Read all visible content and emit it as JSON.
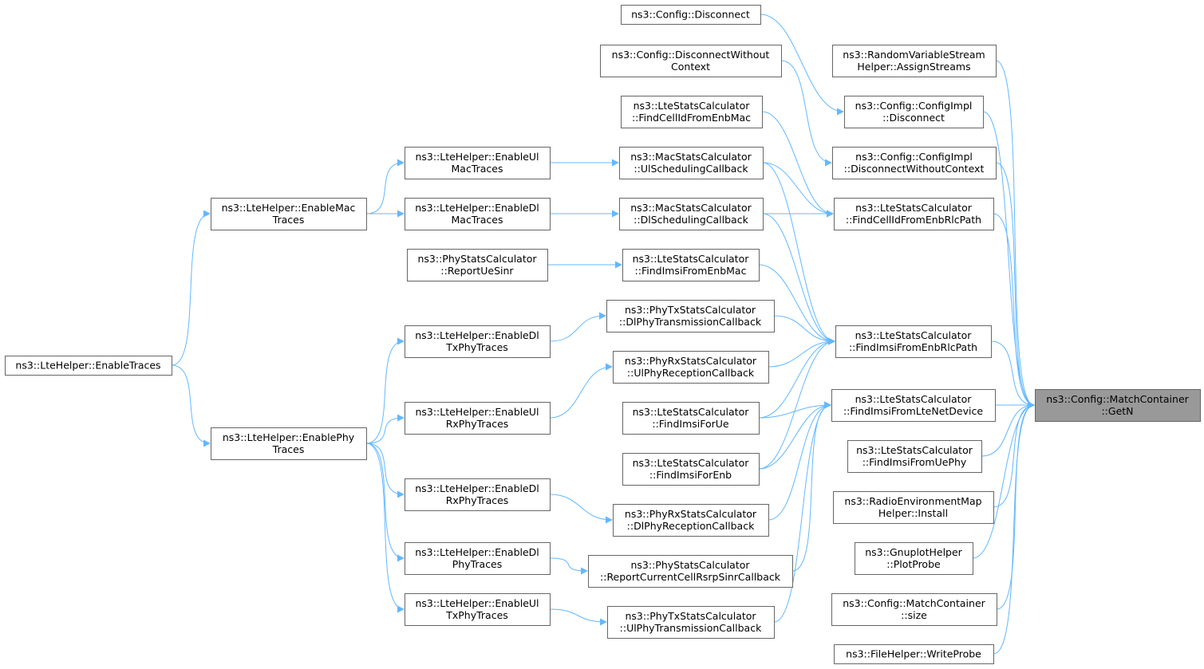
{
  "nodes": [
    {
      "id": "getn",
      "lines": [
        "ns3::Config::MatchContainer",
        "::GetN"
      ],
      "focus": true
    },
    {
      "id": "rvs",
      "lines": [
        "ns3::RandomVariableStream",
        "Helper::AssignStreams"
      ]
    },
    {
      "id": "cfgdisc",
      "lines": [
        "ns3::Config::ConfigImpl",
        "::Disconnect"
      ]
    },
    {
      "id": "cfgdiscwc",
      "lines": [
        "ns3::Config::ConfigImpl",
        "::DisconnectWithoutContext"
      ]
    },
    {
      "id": "fcrlc",
      "lines": [
        "ns3::LteStatsCalculator",
        "::FindCellIdFromEnbRlcPath"
      ]
    },
    {
      "id": "firlc",
      "lines": [
        "ns3::LteStatsCalculator",
        "::FindImsiFromEnbRlcPath"
      ]
    },
    {
      "id": "filnd",
      "lines": [
        "ns3::LteStatsCalculator",
        "::FindImsiFromLteNetDevice"
      ]
    },
    {
      "id": "fiuephy",
      "lines": [
        "ns3::LteStatsCalculator",
        "::FindImsiFromUePhy"
      ]
    },
    {
      "id": "rem",
      "lines": [
        "ns3::RadioEnvironmentMap",
        "Helper::Install"
      ]
    },
    {
      "id": "gnuplot",
      "lines": [
        "ns3::GnuplotHelper",
        "::PlotProbe"
      ]
    },
    {
      "id": "mcsize",
      "lines": [
        "ns3::Config::MatchContainer",
        "::size"
      ]
    },
    {
      "id": "filehelper",
      "lines": [
        "ns3::FileHelper::WriteProbe"
      ]
    },
    {
      "id": "disc",
      "lines": [
        "ns3::Config::Disconnect"
      ]
    },
    {
      "id": "discwc",
      "lines": [
        "ns3::Config::DisconnectWithout",
        "Context"
      ]
    },
    {
      "id": "fcmac",
      "lines": [
        "ns3::LteStatsCalculator",
        "::FindCellIdFromEnbMac"
      ]
    },
    {
      "id": "ulsched",
      "lines": [
        "ns3::MacStatsCalculator",
        "::UlSchedulingCallback"
      ]
    },
    {
      "id": "dlsched",
      "lines": [
        "ns3::MacStatsCalculator",
        "::DlSchedulingCallback"
      ]
    },
    {
      "id": "fimac",
      "lines": [
        "ns3::LteStatsCalculator",
        "::FindImsiFromEnbMac"
      ]
    },
    {
      "id": "dltx",
      "lines": [
        "ns3::PhyTxStatsCalculator",
        "::DlPhyTransmissionCallback"
      ]
    },
    {
      "id": "ulrx",
      "lines": [
        "ns3::PhyRxStatsCalculator",
        "::UlPhyReceptionCallback"
      ]
    },
    {
      "id": "fiue",
      "lines": [
        "ns3::LteStatsCalculator",
        "::FindImsiForUe"
      ]
    },
    {
      "id": "fienb",
      "lines": [
        "ns3::LteStatsCalculator",
        "::FindImsiForEnb"
      ]
    },
    {
      "id": "dlrx",
      "lines": [
        "ns3::PhyRxStatsCalculator",
        "::DlPhyReceptionCallback"
      ]
    },
    {
      "id": "rsrp",
      "lines": [
        "ns3::PhyStatsCalculator",
        "::ReportCurrentCellRsrpSinrCallback"
      ]
    },
    {
      "id": "ultx",
      "lines": [
        "ns3::PhyTxStatsCalculator",
        "::UlPhyTransmissionCallback"
      ]
    },
    {
      "id": "uesinr",
      "lines": [
        "ns3::PhyStatsCalculator",
        "::ReportUeSinr"
      ]
    },
    {
      "id": "enulmac",
      "lines": [
        "ns3::LteHelper::EnableUl",
        "MacTraces"
      ]
    },
    {
      "id": "endlmac",
      "lines": [
        "ns3::LteHelper::EnableDl",
        "MacTraces"
      ]
    },
    {
      "id": "endltxphy",
      "lines": [
        "ns3::LteHelper::EnableDl",
        "TxPhyTraces"
      ]
    },
    {
      "id": "enulrxphy",
      "lines": [
        "ns3::LteHelper::EnableUl",
        "RxPhyTraces"
      ]
    },
    {
      "id": "endlrxphy",
      "lines": [
        "ns3::LteHelper::EnableDl",
        "RxPhyTraces"
      ]
    },
    {
      "id": "endlphy",
      "lines": [
        "ns3::LteHelper::EnableDl",
        "PhyTraces"
      ]
    },
    {
      "id": "enultxphy",
      "lines": [
        "ns3::LteHelper::EnableUl",
        "TxPhyTraces"
      ]
    },
    {
      "id": "enmac",
      "lines": [
        "ns3::LteHelper::EnableMac",
        "Traces"
      ]
    },
    {
      "id": "enphy",
      "lines": [
        "ns3::LteHelper::EnablePhy",
        "Traces"
      ]
    },
    {
      "id": "entraces",
      "lines": [
        "ns3::LteHelper::EnableTraces"
      ]
    }
  ],
  "edges": [
    [
      "rvs",
      "getn"
    ],
    [
      "cfgdisc",
      "getn"
    ],
    [
      "cfgdiscwc",
      "getn"
    ],
    [
      "fcrlc",
      "getn"
    ],
    [
      "firlc",
      "getn"
    ],
    [
      "filnd",
      "getn"
    ],
    [
      "fiuephy",
      "getn"
    ],
    [
      "rem",
      "getn"
    ],
    [
      "gnuplot",
      "getn"
    ],
    [
      "mcsize",
      "getn"
    ],
    [
      "filehelper",
      "getn"
    ],
    [
      "disc",
      "cfgdisc"
    ],
    [
      "discwc",
      "cfgdiscwc"
    ],
    [
      "fcmac",
      "fcrlc"
    ],
    [
      "ulsched",
      "fcrlc"
    ],
    [
      "dlsched",
      "fcrlc"
    ],
    [
      "ulsched",
      "firlc"
    ],
    [
      "dlsched",
      "firlc"
    ],
    [
      "fimac",
      "firlc"
    ],
    [
      "dltx",
      "firlc"
    ],
    [
      "ulrx",
      "firlc"
    ],
    [
      "fiue",
      "firlc"
    ],
    [
      "fienb",
      "firlc"
    ],
    [
      "fiue",
      "filnd"
    ],
    [
      "fienb",
      "filnd"
    ],
    [
      "dlrx",
      "filnd"
    ],
    [
      "rsrp",
      "filnd"
    ],
    [
      "ultx",
      "filnd"
    ],
    [
      "enulmac",
      "ulsched"
    ],
    [
      "endlmac",
      "dlsched"
    ],
    [
      "uesinr",
      "fimac"
    ],
    [
      "endltxphy",
      "dltx"
    ],
    [
      "enulrxphy",
      "ulrx"
    ],
    [
      "endlrxphy",
      "dlrx"
    ],
    [
      "endlphy",
      "rsrp"
    ],
    [
      "enultxphy",
      "ultx"
    ],
    [
      "enmac",
      "enulmac"
    ],
    [
      "enmac",
      "endlmac"
    ],
    [
      "enphy",
      "endltxphy"
    ],
    [
      "enphy",
      "enulrxphy"
    ],
    [
      "enphy",
      "endlrxphy"
    ],
    [
      "enphy",
      "endlphy"
    ],
    [
      "enphy",
      "enultxphy"
    ],
    [
      "entraces",
      "enmac"
    ],
    [
      "entraces",
      "enphy"
    ]
  ],
  "colors": {
    "edge": "#63b8ff",
    "border": "#666666",
    "focus_fill": "#999999"
  }
}
